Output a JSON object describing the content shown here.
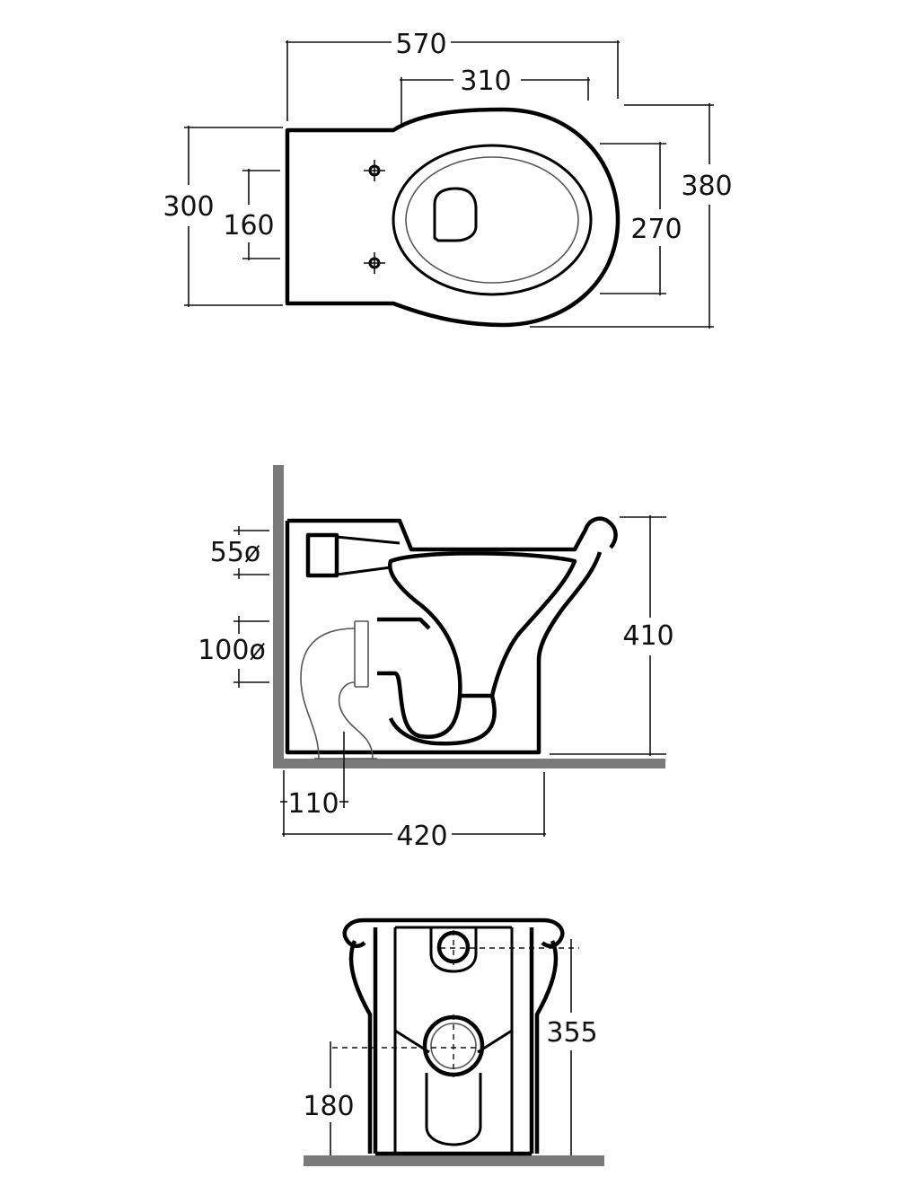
{
  "top_view": {
    "dims": {
      "overall_length": "570",
      "bowl_length": "310",
      "overall_width": "380",
      "back_width": "300",
      "fixing_spacing": "160",
      "bowl_inner_width": "270"
    }
  },
  "side_view": {
    "dims": {
      "inlet_diameter": "55ø",
      "outlet_diameter": "100ø",
      "height": "410",
      "outlet_offset": "110",
      "depth": "420"
    }
  },
  "back_view": {
    "dims": {
      "inlet_height": "355",
      "outlet_height": "180"
    }
  }
}
